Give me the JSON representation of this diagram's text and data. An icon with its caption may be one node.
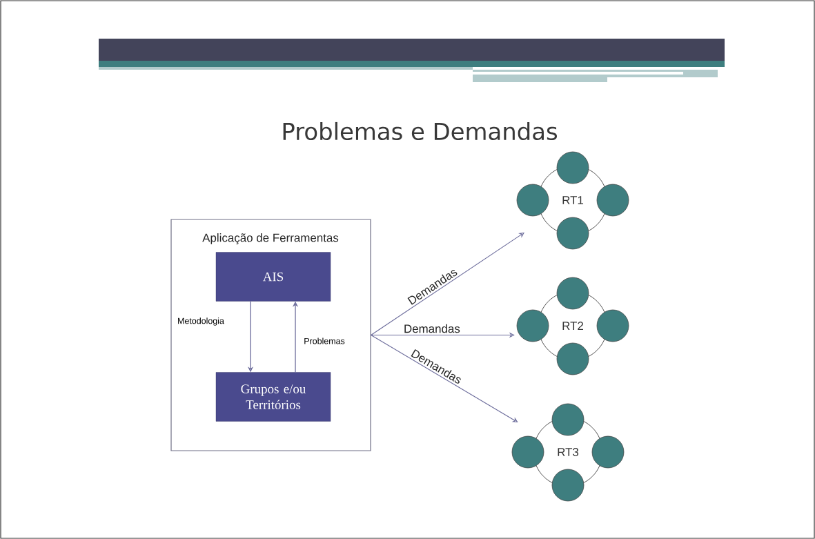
{
  "diagram": {
    "title": "Problemas e Demandas",
    "nodes": [
      {
        "text": [
          "Aplicação de Ferramentas"
        ]
      },
      {
        "text": [
          "AIS"
        ],
        "in": 0
      },
      {
        "text": [
          "Grupos e/ou Territórios"
        ],
        "in": 0
      },
      {
        "text": [
          "RT1"
        ]
      },
      {
        "text": [
          "RT2"
        ]
      },
      {
        "text": [
          "RT3"
        ]
      }
    ],
    "edges": [
      {
        "from": 1,
        "to": 2,
        "arrow": "to",
        "label": "Metodologia"
      },
      {
        "from": 2,
        "to": 1,
        "arrow": "to",
        "label": "Problemas"
      },
      {
        "from": 0,
        "to": 3,
        "arrow": "to",
        "label": "Demandas"
      },
      {
        "from": 0,
        "to": 4,
        "arrow": "to",
        "label": "Demandas"
      },
      {
        "from": 0,
        "to": 5,
        "arrow": "to",
        "label": "Demandas"
      }
    ]
  }
}
